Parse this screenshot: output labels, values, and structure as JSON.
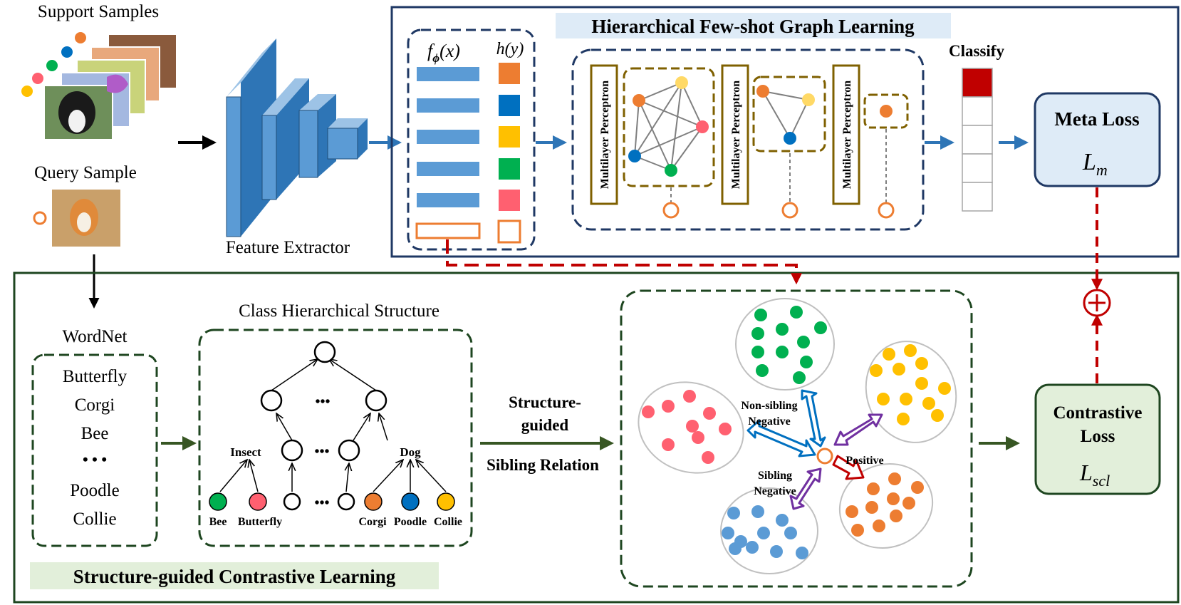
{
  "labels": {
    "support_samples": "Support Samples",
    "query_sample": "Query Sample",
    "feature_extractor": "Feature Extractor",
    "hfgl_title": "Hierarchical Few-shot Graph Learning",
    "f_phi": "f",
    "f_phi_sub": "ϕ",
    "f_phi_arg": "(x)",
    "h_y": "h(y)",
    "mlp": "Multilayer Perceptron",
    "classify": "Classify",
    "meta_loss": "Meta Loss",
    "meta_loss_symbol": "L",
    "meta_loss_sub": "m",
    "wordnet": "WordNet",
    "class_hierarchy": "Class Hierarchical Structure",
    "structure_guided_line1": "Structure-",
    "structure_guided_line2": "guided",
    "sibling_relation": "Sibling Relation",
    "non_sibling_1": "Non-sibling",
    "non_sibling_2": "Negative",
    "sibling_1": "Sibling",
    "sibling_2": "Negative",
    "positive": "Positive",
    "contrastive_1": "Contrastive",
    "contrastive_2": "Loss",
    "contrastive_symbol": "L",
    "contrastive_sub": "scl",
    "scl_title": "Structure-guided Contrastive Learning",
    "ellipsis": "• • •",
    "plus_symbol": "+"
  },
  "wordnet_items": [
    "Butterfly",
    "Corgi",
    "Bee",
    "• • •",
    "Poodle",
    "Collie"
  ],
  "tree": {
    "insect": "Insect",
    "dog": "Dog",
    "dots": "•••",
    "leaves": [
      "Bee",
      "Butterfly",
      "Corgi",
      "Poodle",
      "Collie"
    ]
  },
  "colors": {
    "blue_box": "#1f3864",
    "green_box": "#1e4620",
    "cube": "#3a7dc9",
    "red_dash": "#c00000",
    "orange": "#ed7d31",
    "blue": "#0070c0",
    "yellow": "#ffc000",
    "green": "#00b050",
    "pink": "#ff6070",
    "mlp_border": "#7f6000",
    "purple": "#7030a0"
  }
}
